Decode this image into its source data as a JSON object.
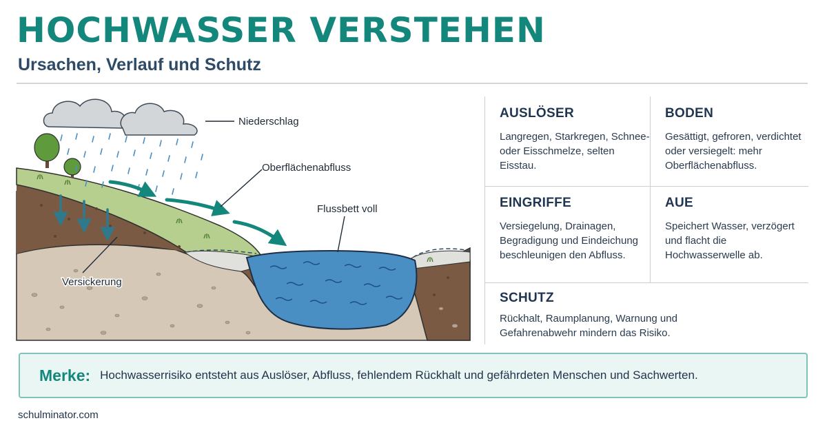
{
  "title": "HOCHWASSER VERSTEHEN",
  "subtitle": "Ursachen, Verlauf und Schutz",
  "diagram": {
    "labels": {
      "precipitation": "Niederschlag",
      "runoff": "Oberflächenabfluss",
      "riverbed": "Flussbett voll",
      "infiltration": "Versickerung"
    },
    "colors": {
      "water": "#4a8fc4",
      "arrow": "#14877c",
      "soil": "#7b5a43",
      "grass": "#b7cf8e",
      "rock": "#cdbfae"
    }
  },
  "cards": [
    {
      "title": "AUSLÖSER",
      "text": "Langregen, Starkregen, Schnee- oder Eisschmelze, selten Eisstau."
    },
    {
      "title": "BODEN",
      "text": "Gesättigt, gefroren, verdichtet oder versiegelt: mehr Oberflächenabfluss."
    },
    {
      "title": "EINGRIFFE",
      "text": "Versiegelung, Drainagen, Begradigung und Eindeichung beschleunigen den Abfluss."
    },
    {
      "title": "AUE",
      "text": "Speichert Wasser, verzögert und flacht die Hochwasserwelle ab."
    },
    {
      "title": "SCHUTZ",
      "text": "Rückhalt, Raumplanung, Warnung und Gefahrenabwehr mindern das Risiko."
    }
  ],
  "merke": {
    "label": "Merke:",
    "text": "Hochwasserrisiko entsteht aus Auslöser, Abfluss, fehlendem Rückhalt und gefährdeten Menschen und Sachwerten."
  },
  "footer": "schulminator.com",
  "colors": {
    "accent": "#14877c",
    "navy": "#1f3550"
  }
}
